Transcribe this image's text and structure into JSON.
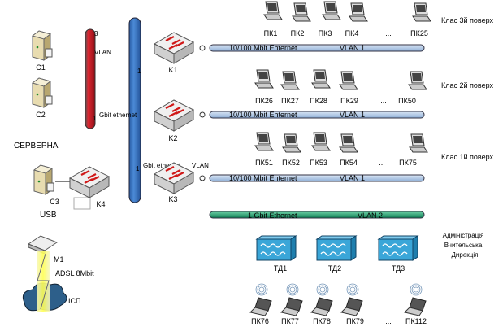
{
  "servers": {
    "title": "СЕРВЕРНА",
    "items": [
      "C1",
      "C2",
      "C3"
    ],
    "usb": "USB"
  },
  "pipes": {
    "red_top": "3",
    "red_vlan": "VLAN",
    "red_bottom": "1",
    "red_label": "Gbit  ethernet",
    "blue_mid": "1",
    "blue_low": "1",
    "blue_label": "Gbit ethernet",
    "k3_vlan": "VLAN"
  },
  "switches": [
    "K1",
    "K2",
    "K3",
    "K4"
  ],
  "floors": [
    {
      "label": "Клас 3й поверх",
      "pcs": [
        "ПК1",
        "ПК2",
        "ПК3",
        "ПК4",
        "...",
        "ПК25"
      ],
      "bus": "10/100 Mbit Ehternet",
      "vlan": "VLAN   1"
    },
    {
      "label": "Клас 2й поверх",
      "pcs": [
        "ПК26",
        "ПК27",
        "ПК28",
        "ПК29",
        "...",
        "ПК50"
      ],
      "bus": "10/100 Mbit Ehternet",
      "vlan": "VLAN   1"
    },
    {
      "label": "Клас 1й поверх",
      "pcs": [
        "ПК51",
        "ПК52",
        "ПК53",
        "ПК54",
        "...",
        "ПК75"
      ],
      "bus": "10/100 Mbit Ehternet",
      "vlan": "VLAN   1"
    }
  ],
  "gbit_bus": {
    "label": "1 Gbit Ethernet",
    "vlan": "VLAN   2"
  },
  "access_points": [
    "ТД1",
    "ТД2",
    "ТД3"
  ],
  "admin": [
    "Адміністрація",
    "Вчительська",
    "Дирекція"
  ],
  "laptops": [
    "ПК76",
    "ПК77",
    "ПК78",
    "ПК79",
    "...",
    "ПК112"
  ],
  "wan": {
    "modem": "M1",
    "link": "ADSL 8Mbit",
    "isp": "ІСП"
  },
  "colors": {
    "red_pipe": "#d81f26",
    "blue_pipe": "#3a78c8",
    "bus": "#a9c4e4",
    "green_bus": "#1a9c6a",
    "ap": "#3aa6d8"
  }
}
